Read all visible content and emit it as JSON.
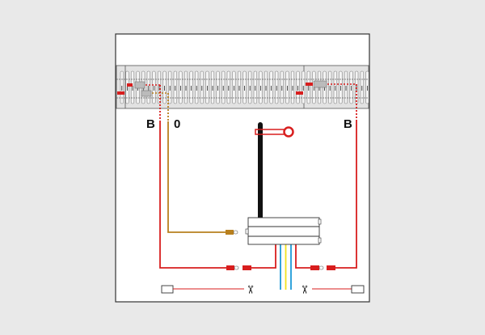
{
  "labels": {
    "left_b": "B",
    "left_zero": "0",
    "right_b": "B"
  },
  "colors": {
    "background": "#e9e9e9",
    "panel": "#ffffff",
    "track": "#dcdcdc",
    "red_wire": "#d81e1e",
    "brown_wire": "#b8801e",
    "blue_wire": "#1e9ad8",
    "yellow_wire": "#f2e21e",
    "mast": "#111111"
  },
  "icons": [
    "scissors-icon",
    "scissors-icon",
    "signal-icon",
    "plug-icon"
  ]
}
